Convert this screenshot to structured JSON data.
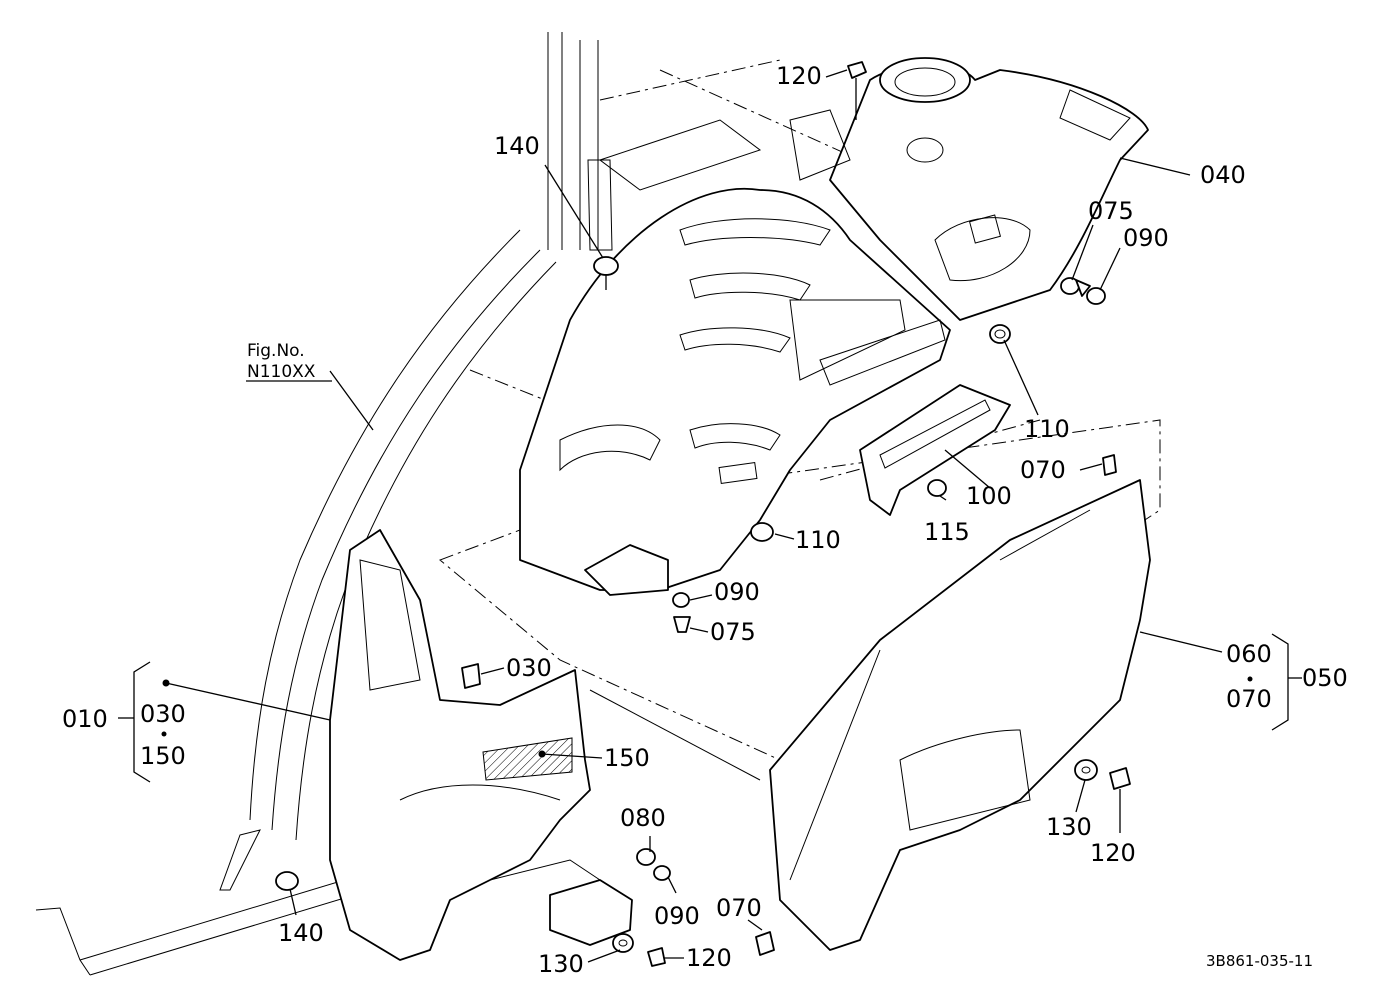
{
  "reference": {
    "fig_no_label": "Fig.No.",
    "fig_no_value": "N110XX"
  },
  "drawing_code": "3B861-035-11",
  "callouts": {
    "p120_top": "120",
    "p140_top": "140",
    "p040": "040",
    "p075_right": "075",
    "p090_right": "090",
    "p110_right": "110",
    "p100": "100",
    "p115": "115",
    "p070_right": "070",
    "p110_center": "110",
    "p090_center": "090",
    "p075_center": "075",
    "p030_center": "030",
    "p150": "150",
    "p080": "080",
    "p090_bottom": "090",
    "p070_bottom": "070",
    "p130_bottom": "130",
    "p120_bottom": "120",
    "p140_bottom": "140",
    "p130_right": "130",
    "p120_right": "120"
  },
  "assembly_left": {
    "parent": "010",
    "child_1": "030",
    "child_2": "150"
  },
  "assembly_right": {
    "parent": "050",
    "child_1": "060",
    "child_2": "070"
  }
}
